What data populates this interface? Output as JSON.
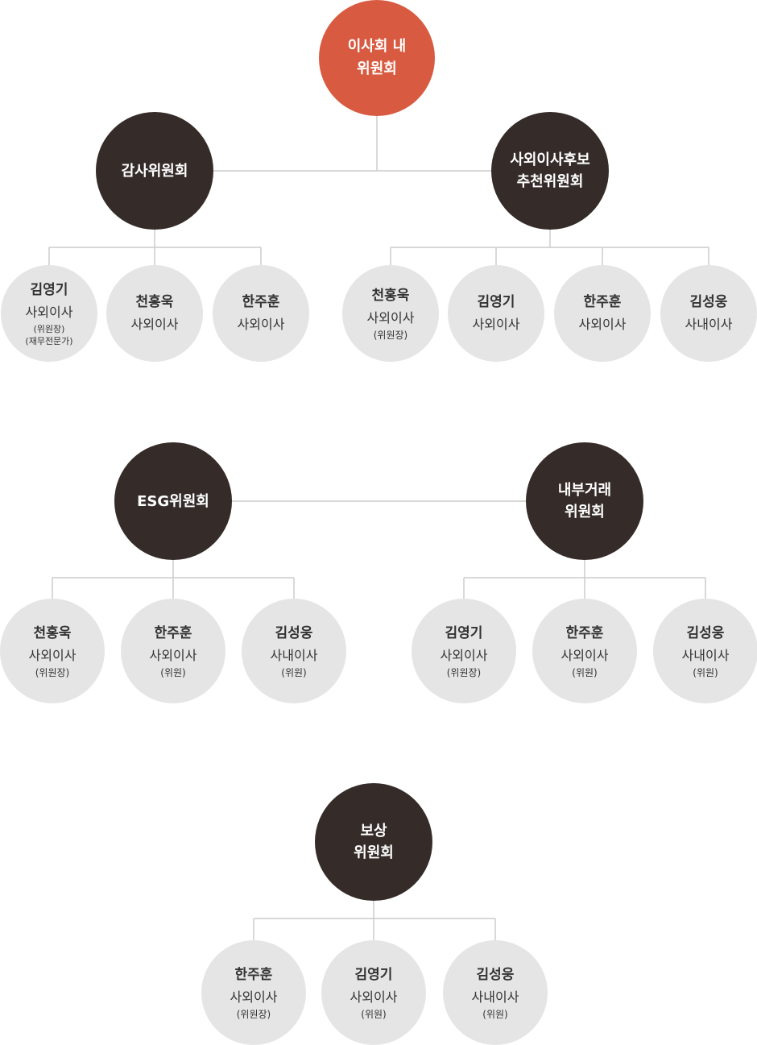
{
  "root": {
    "lines": [
      "이사회 내",
      "위원회"
    ]
  },
  "committees": [
    {
      "lines": [
        "감사위원회"
      ],
      "members": [
        {
          "name": "김영기",
          "title": "사외이사",
          "roles": [
            "(위원장)",
            "(재무전문가)"
          ]
        },
        {
          "name": "천홍욱",
          "title": "사외이사",
          "roles": []
        },
        {
          "name": "한주훈",
          "title": "사외이사",
          "roles": []
        }
      ]
    },
    {
      "lines": [
        "사외이사후보",
        "추천위원회"
      ],
      "members": [
        {
          "name": "천홍욱",
          "title": "사외이사",
          "roles": [
            "(위원장)"
          ]
        },
        {
          "name": "김영기",
          "title": "사외이사",
          "roles": []
        },
        {
          "name": "한주훈",
          "title": "사외이사",
          "roles": []
        },
        {
          "name": "김성웅",
          "title": "사내이사",
          "roles": []
        }
      ]
    },
    {
      "lines": [
        "ESG위원회"
      ],
      "members": [
        {
          "name": "천홍욱",
          "title": "사외이사",
          "roles": [
            "(위원장)"
          ]
        },
        {
          "name": "한주훈",
          "title": "사외이사",
          "roles": [
            "(위원)"
          ]
        },
        {
          "name": "김성웅",
          "title": "사내이사",
          "roles": [
            "(위원)"
          ]
        }
      ]
    },
    {
      "lines": [
        "내부거래",
        "위원회"
      ],
      "members": [
        {
          "name": "김영기",
          "title": "사외이사",
          "roles": [
            "(위원장)"
          ]
        },
        {
          "name": "한주훈",
          "title": "사외이사",
          "roles": [
            "(위원)"
          ]
        },
        {
          "name": "김성웅",
          "title": "사내이사",
          "roles": [
            "(위원)"
          ]
        }
      ]
    },
    {
      "lines": [
        "보상",
        "위원회"
      ],
      "members": [
        {
          "name": "한주훈",
          "title": "사외이사",
          "roles": [
            "(위원장)"
          ]
        },
        {
          "name": "김영기",
          "title": "사외이사",
          "roles": [
            "(위원)"
          ]
        },
        {
          "name": "김성웅",
          "title": "사내이사",
          "roles": [
            "(위원)"
          ]
        }
      ]
    }
  ],
  "colors": {
    "root": "#d85a40",
    "committee": "#352c29",
    "member": "#e5e5e5",
    "connector": "#cccccc"
  }
}
